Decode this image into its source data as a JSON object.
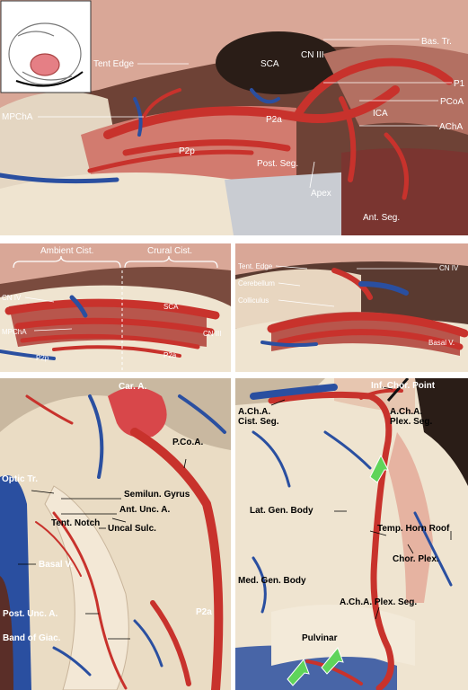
{
  "panel_a": {
    "labels": {
      "tent_edge": "Tent Edge",
      "sca": "SCA",
      "cn3": "CN III",
      "bas_tr": "Bas. Tr.",
      "p1": "P1",
      "pcoa": "PCoA",
      "mpcha": "MPChA",
      "p2a": "P2a",
      "ica": "ICA",
      "acha": "AChA",
      "p2p": "P2p",
      "post_seg": "Post. Seg.",
      "apex": "Apex",
      "ant_seg": "Ant. Seg."
    }
  },
  "panel_b": {
    "labels": {
      "ambient_cist": "Ambient Cist.",
      "crural_cist": "Crural Cist.",
      "cn4": "CN IV",
      "sca": "SCA",
      "mpcha": "MPChA",
      "cn3": "CN III",
      "p2p": "P2p",
      "p2a": "P2a"
    }
  },
  "panel_c": {
    "labels": {
      "tent_edge": "Tent. Edge",
      "cn4": "CN IV",
      "cerebellum": "Cerebellum",
      "colliculus": "Colliculus",
      "basal_v": "Basal V."
    }
  },
  "panel_d": {
    "labels": {
      "car_a": "Car. A.",
      "pcoa": "P.Co.A.",
      "optic_tr": "Optic Tr.",
      "semilun_gyrus": "Semilun. Gyrus",
      "ant_unc_a": "Ant. Unc. A.",
      "tent_notch": "Tent. Notch",
      "uncal_sulc": "Uncal Sulc.",
      "basal_v": "Basal V.",
      "post_unc_a": "Post. Unc. A.",
      "p2a": "P2a",
      "band_of_giac": "Band of Giac."
    }
  },
  "panel_e": {
    "labels": {
      "inf_chor_point": "Inf. Chor. Point",
      "acha_cist_seg": "A.Ch.A.\nCist. Seg.",
      "acha_plex_seg_top": "A.Ch.A.\nPlex. Seg.",
      "lat_gen_body": "Lat. Gen. Body",
      "temp_horn_roof": "Temp. Horn Roof",
      "chor_plex": "Chor. Plex.",
      "med_gen_body": "Med. Gen. Body",
      "acha_plex_seg_bottom": "A.Ch.A. Plex. Seg.",
      "pulvinar": "Pulvinar"
    }
  },
  "colors": {
    "artery": "#c8322c",
    "vein": "#2a4fa0",
    "brain": "#efe2c6",
    "tissue": "#e6b3a1",
    "shadow": "#2a1d17",
    "arrow": "#5fd45a"
  }
}
